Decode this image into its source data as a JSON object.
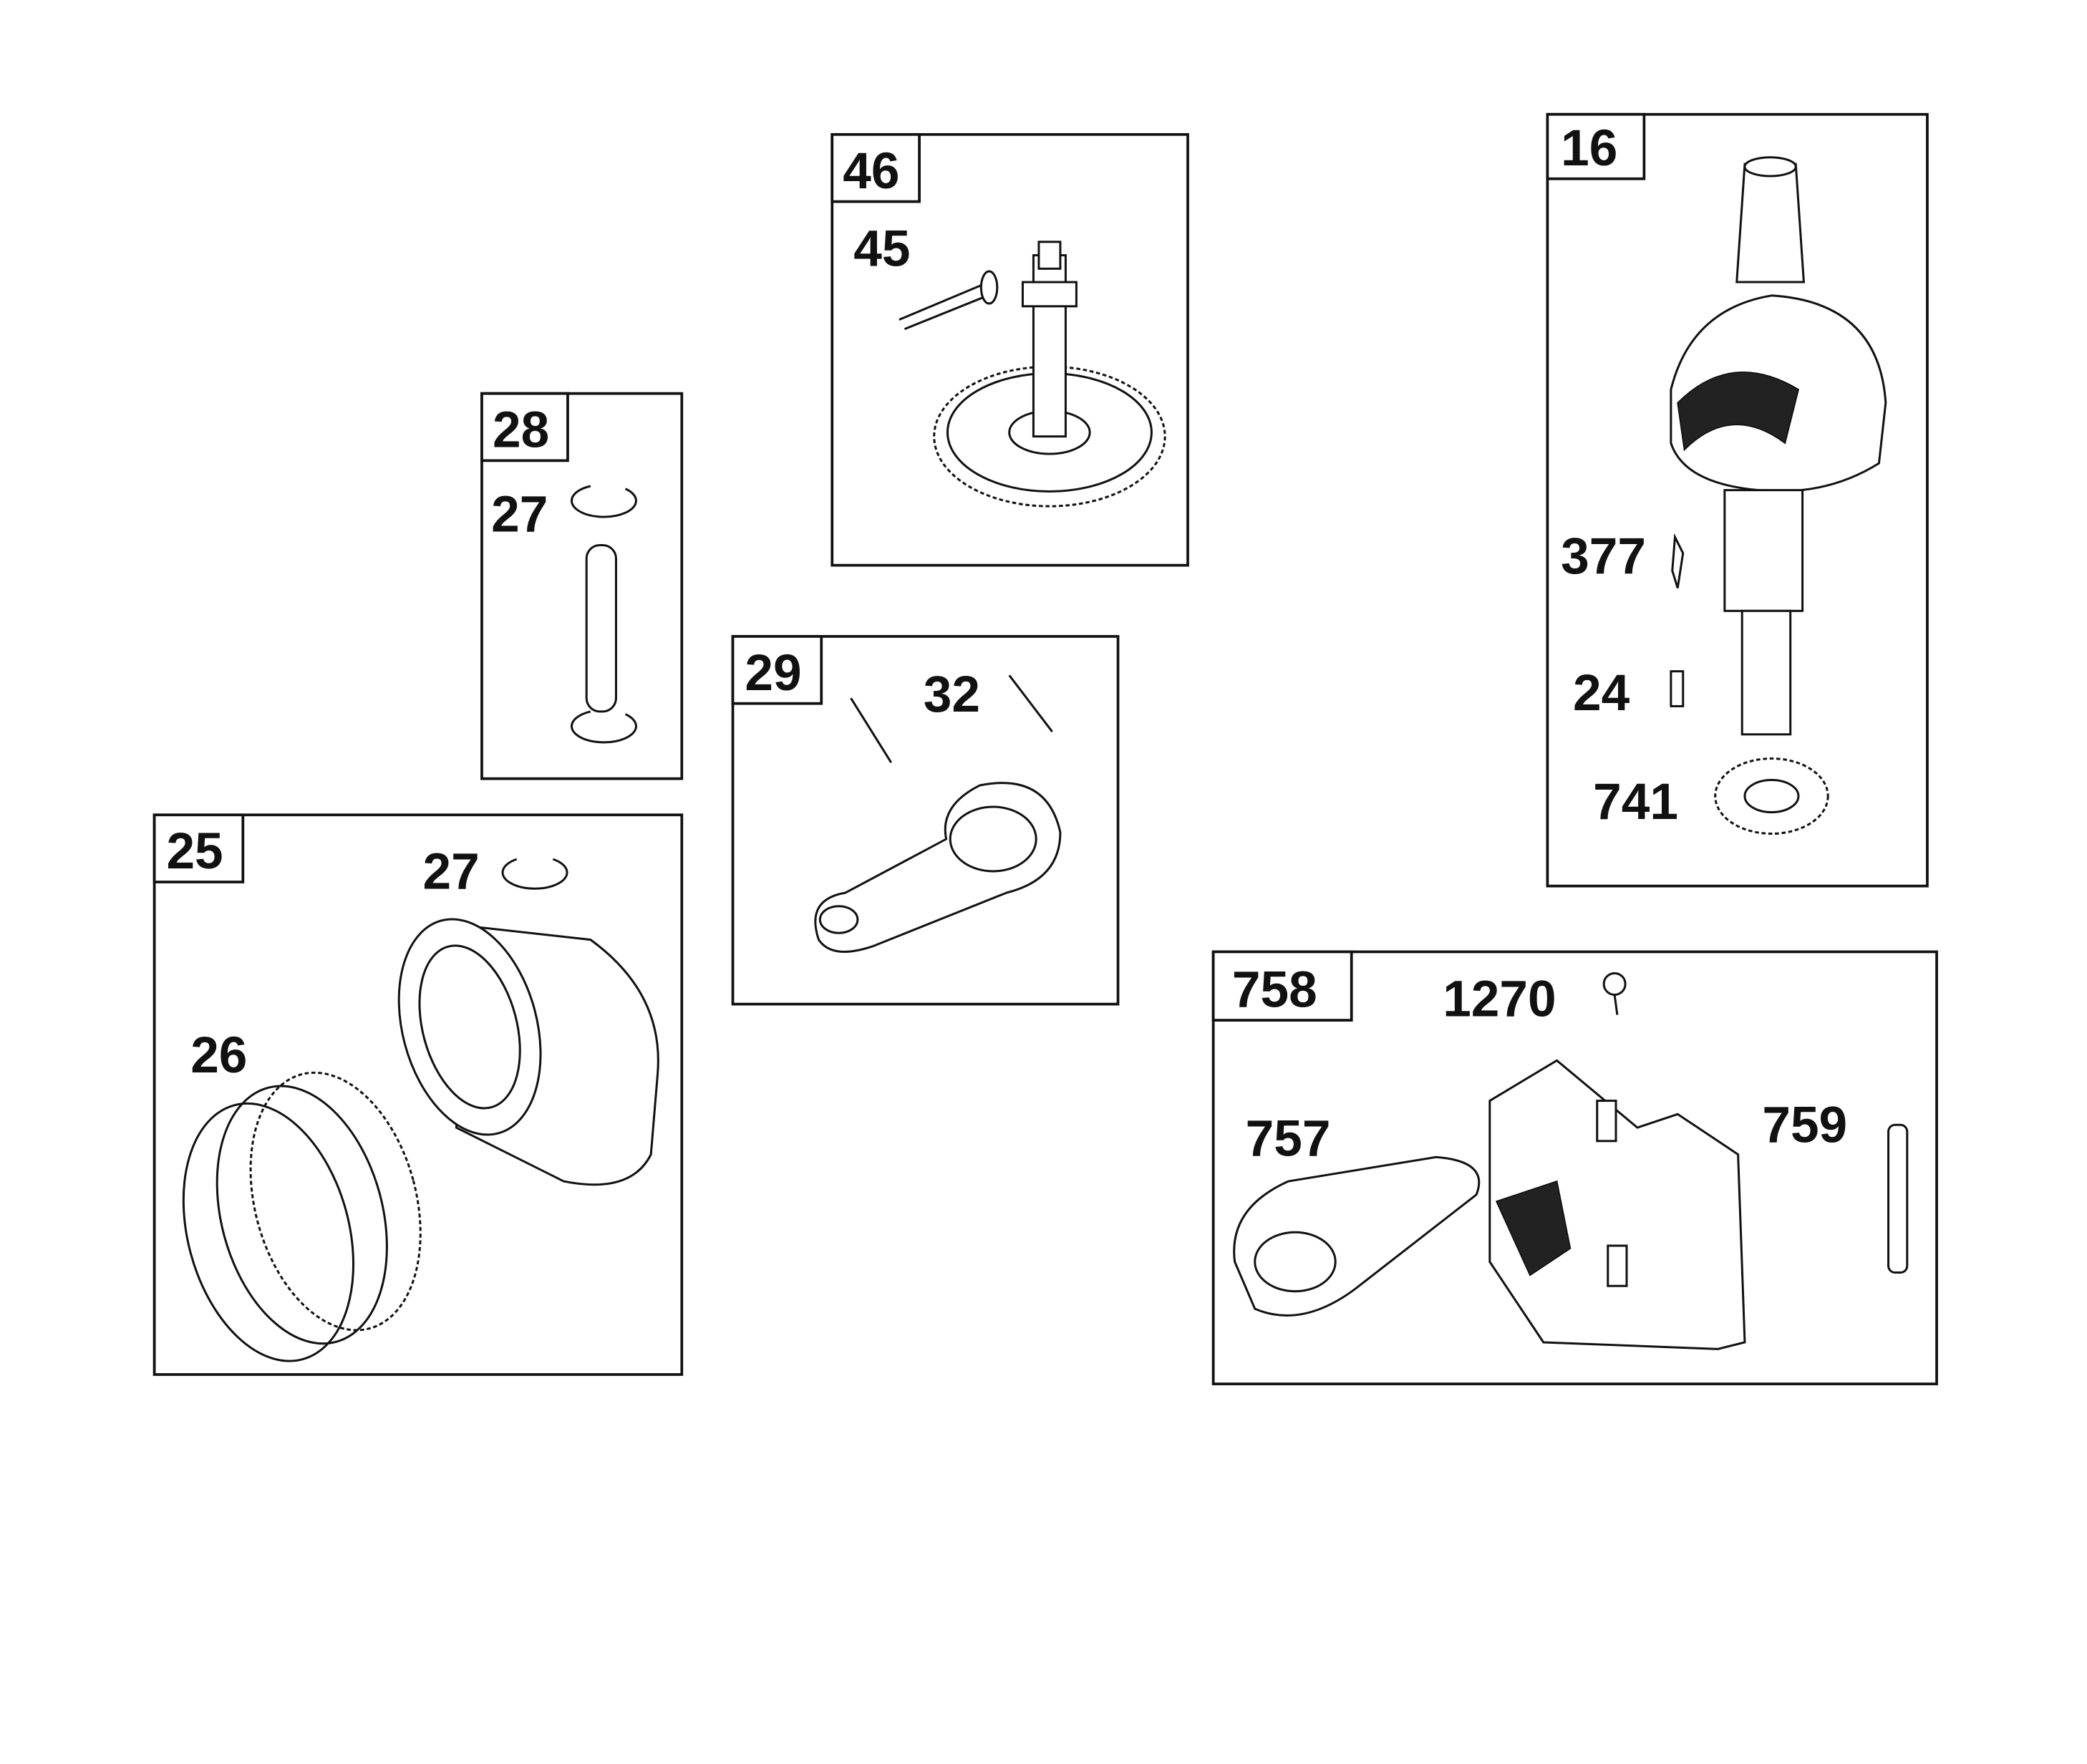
{
  "diagram": {
    "kits": [
      {
        "id": "46",
        "parts": [
          "45"
        ]
      },
      {
        "id": "28",
        "parts": [
          "27"
        ]
      },
      {
        "id": "16",
        "parts": [
          "377",
          "24",
          "741"
        ]
      },
      {
        "id": "29",
        "parts": [
          "32"
        ]
      },
      {
        "id": "25",
        "parts": [
          "27",
          "26"
        ]
      },
      {
        "id": "758",
        "parts": [
          "1270",
          "757",
          "759"
        ]
      }
    ]
  }
}
